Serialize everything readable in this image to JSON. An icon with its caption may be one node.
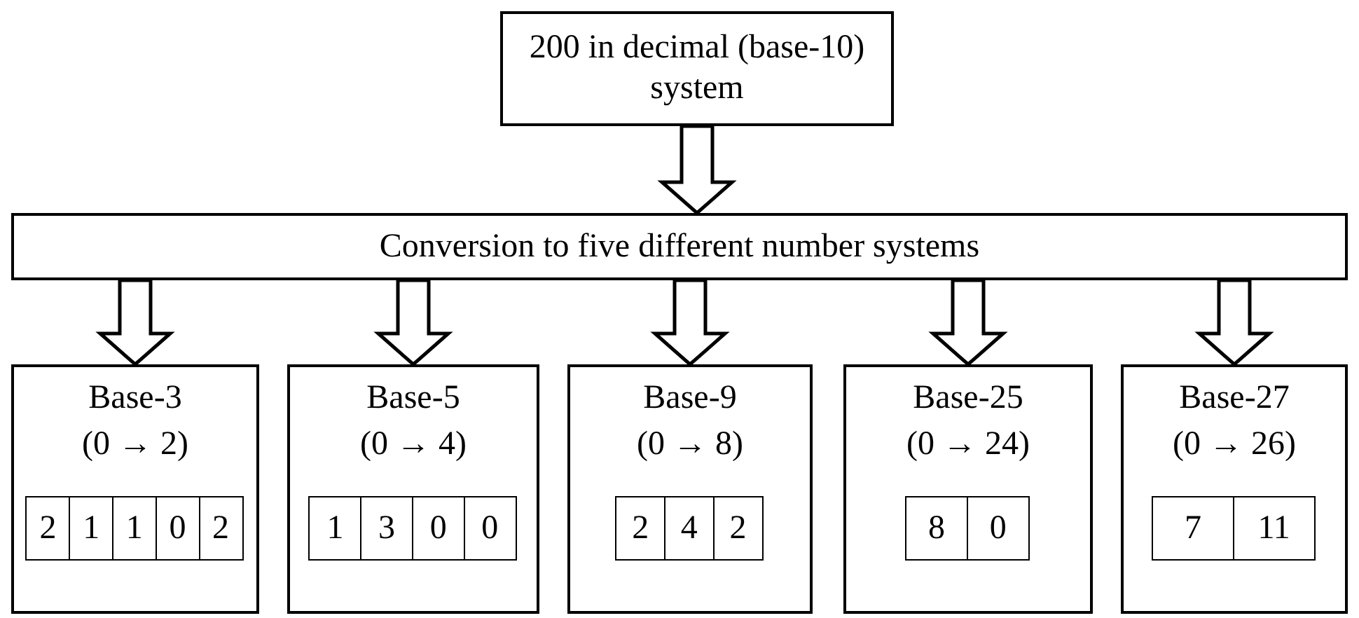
{
  "diagram": {
    "nodes": [
      {
        "text": [
          "200 in decimal (base-10) system"
        ]
      },
      {
        "text": [
          "Conversion to five different number systems"
        ]
      },
      {
        "text": [
          "Base-3",
          "(0 → 2)"
        ]
      },
      {
        "text": [
          "2"
        ],
        "in": 2
      },
      {
        "text": [
          "1"
        ],
        "in": 2
      },
      {
        "text": [
          "1"
        ],
        "in": 2
      },
      {
        "text": [
          "0"
        ],
        "in": 2
      },
      {
        "text": [
          "2"
        ],
        "in": 2
      },
      {
        "text": [
          "Base-5",
          "(0 → 4)"
        ]
      },
      {
        "text": [
          "1"
        ],
        "in": 8
      },
      {
        "text": [
          "3"
        ],
        "in": 8
      },
      {
        "text": [
          "0"
        ],
        "in": 8
      },
      {
        "text": [
          "0"
        ],
        "in": 8
      },
      {
        "text": [
          "Base-9",
          "(0 → 8)"
        ]
      },
      {
        "text": [
          "2"
        ],
        "in": 13
      },
      {
        "text": [
          "4"
        ],
        "in": 13
      },
      {
        "text": [
          "2"
        ],
        "in": 13
      },
      {
        "text": [
          "Base-25",
          "(0 → 24)"
        ]
      },
      {
        "text": [
          "8"
        ],
        "in": 17
      },
      {
        "text": [
          "0"
        ],
        "in": 17
      },
      {
        "text": [
          "Base-27",
          "(0 → 26)"
        ]
      },
      {
        "text": [
          "7"
        ],
        "in": 20
      },
      {
        "text": [
          "11"
        ],
        "in": 20
      }
    ],
    "edges": [
      {
        "from": 0,
        "to": 1,
        "arrow": "to"
      },
      {
        "from": 1,
        "to": 2,
        "arrow": "to"
      },
      {
        "from": 1,
        "to": 8,
        "arrow": "to"
      },
      {
        "from": 1,
        "to": 13,
        "arrow": "to"
      },
      {
        "from": 1,
        "to": 17,
        "arrow": "to"
      },
      {
        "from": 1,
        "to": 20,
        "arrow": "to"
      }
    ]
  }
}
